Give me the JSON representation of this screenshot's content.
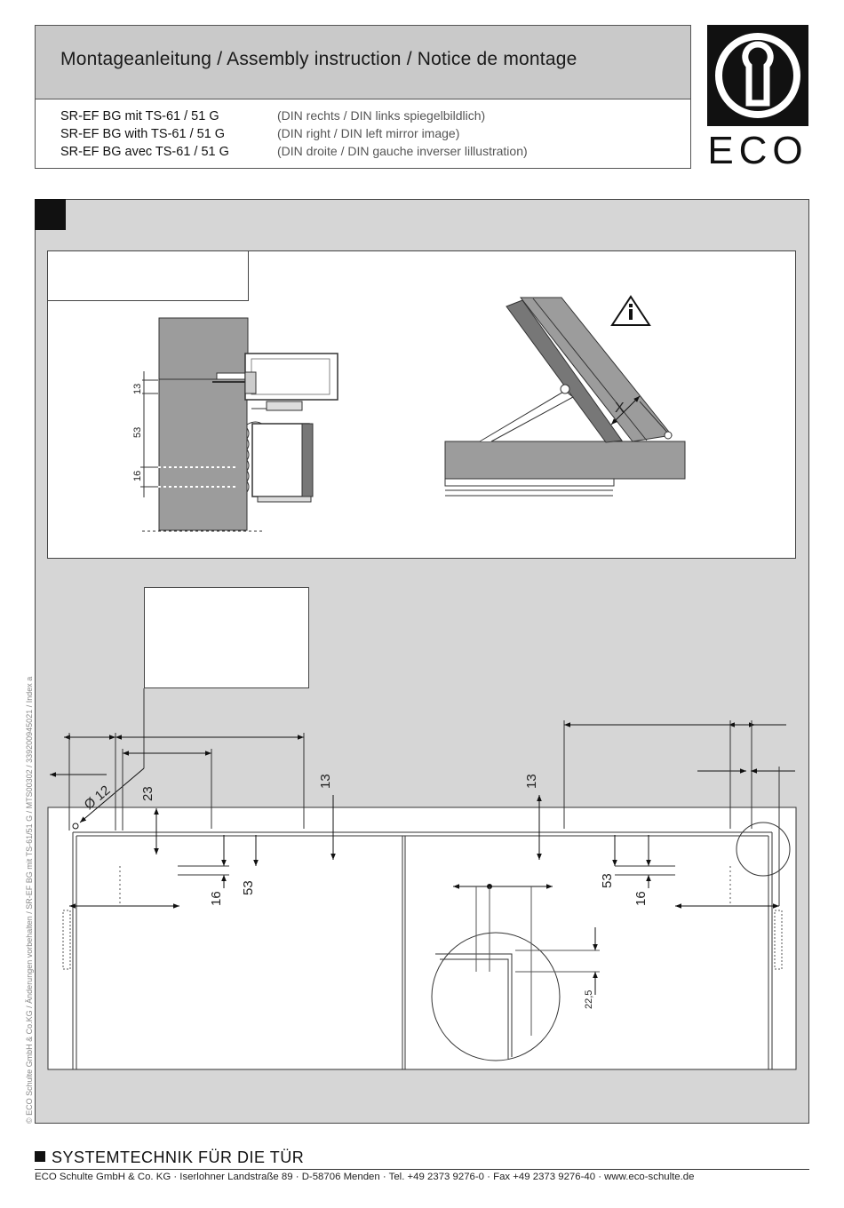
{
  "header": {
    "title": "Montageanleitung / Assembly instruction / Notice de montage",
    "products": [
      "SR-EF BG mit TS-61 / 51 G",
      "SR-EF BG with TS-61 / 51 G",
      "SR-EF BG avec TS-61 / 51 G"
    ],
    "din_notes": [
      "(DIN rechts / DIN links spiegelbildlich)",
      "(DIN right / DIN left mirror image)",
      "(DIN droite / DIN gauche inverser lillustration)"
    ]
  },
  "logo": {
    "icon": "eco-cylinder-lock-logo",
    "wordmark": "ECO"
  },
  "detail_dimensions": {
    "d1": "13",
    "d2": "53",
    "d3": "16"
  },
  "arm_detail": {
    "label": "X",
    "icon": "info-warning-icon"
  },
  "template": {
    "top_left": {
      "hole": "Ø 12",
      "d1": "23",
      "d2": "13"
    },
    "left_leaf": {
      "d1": "16",
      "d2": "53"
    },
    "top_right": {
      "d1": "13"
    },
    "right_leaf": {
      "d1": "53",
      "d2": "16"
    },
    "circle_detail": {
      "d1": "22,5"
    }
  },
  "sidebar_text": "© ECO Schulte GmbH & Co.KG / Änderungen vorbehalten / SR-EF BG mit TS-61/51 G / MTS00302 / 339200945021 / Index a",
  "footer": {
    "tagline": "SYSTEMTECHNIK FÜR DIE TÜR",
    "address": "ECO Schulte GmbH & Co. KG · Iserlohner Landstraße 89 · D-58706 Menden · Tel. +49 2373 9276-0 · Fax +49 2373 9276-40 · www.eco-schulte.de"
  }
}
